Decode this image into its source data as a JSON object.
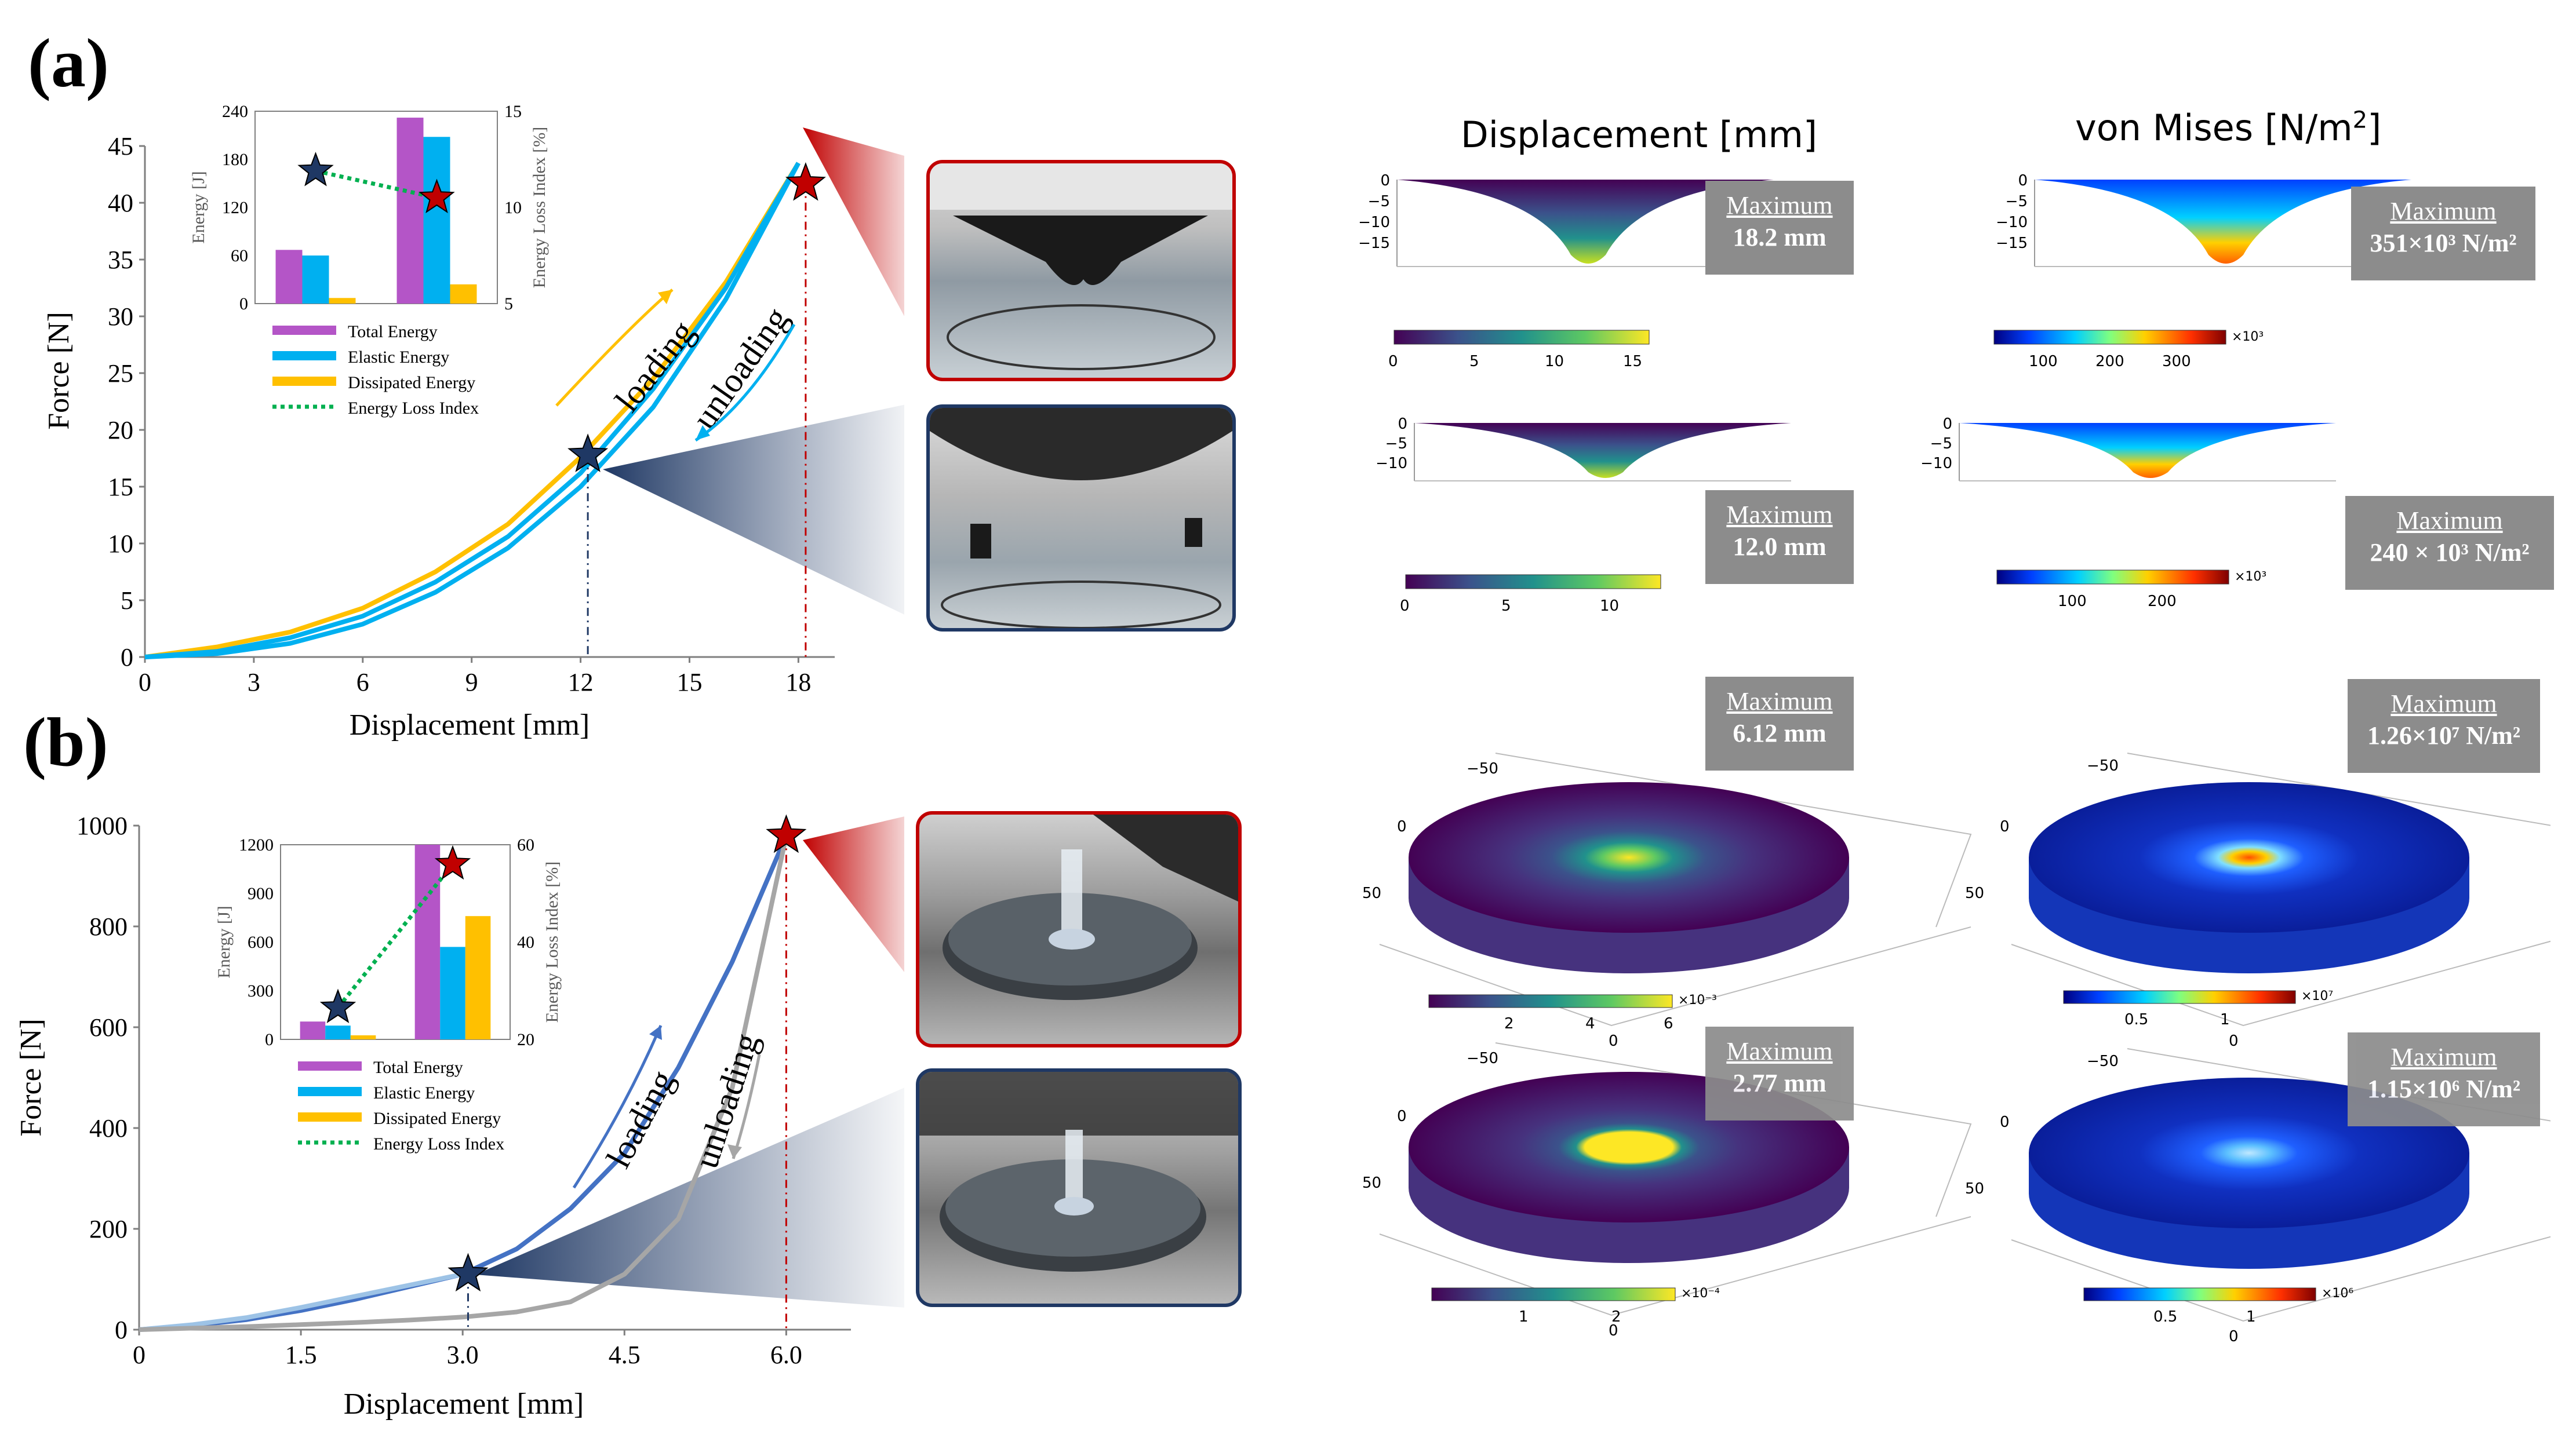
{
  "panels": {
    "a": {
      "label": "(a)",
      "chart_data": {
        "type": "line",
        "xlabel": "Displacement [mm]",
        "ylabel": "Force [N]",
        "xlim": [
          0,
          19
        ],
        "ylim": [
          0,
          45
        ],
        "xticks": [
          0,
          3,
          6,
          9,
          12,
          15,
          18
        ],
        "yticks": [
          0,
          5,
          10,
          15,
          20,
          25,
          30,
          35,
          40,
          45
        ],
        "series": [
          {
            "color": "#FFC000",
            "x": [
              0,
              2,
              4,
              6,
              8,
              10,
              12,
              14,
              16,
              18
            ],
            "y": [
              0,
              0.9,
              2.2,
              4.3,
              7.5,
              11.7,
              17.6,
              24.5,
              33,
              43.5
            ]
          },
          {
            "color": "#00B0F0",
            "x": [
              0,
              2,
              4,
              6,
              8,
              10,
              12,
              14,
              16,
              18
            ],
            "y": [
              0,
              0.5,
              1.7,
              3.6,
              6.6,
              10.6,
              16.2,
              23.6,
              32.5,
              43.5
            ]
          },
          {
            "color": "#00B0F0",
            "x": [
              0,
              2,
              4,
              6,
              8,
              10,
              12,
              14,
              16,
              18
            ],
            "y": [
              0,
              0.3,
              1.2,
              2.9,
              5.7,
              9.6,
              15.0,
              22.0,
              31.5,
              43.5
            ]
          }
        ],
        "annotations": [
          "loading",
          "unloading"
        ],
        "markers": [
          {
            "x": 12.2,
            "y": 17.8,
            "color": "#1F3864"
          },
          {
            "x": 18.2,
            "y": 41.7,
            "color": "#C00000"
          }
        ],
        "inset": {
          "left_ylabel": "Energy [J]",
          "right_ylabel": "Energy Loss Index [%]",
          "left_ylim": [
            0,
            240
          ],
          "left_yticks": [
            0,
            60,
            120,
            180,
            240
          ],
          "right_ylim": [
            5,
            15
          ],
          "right_yticks": [
            5,
            10,
            15
          ],
          "groups": [
            {
              "total": 67,
              "elastic": 60,
              "dissipated": 7,
              "eli": 11.9
            },
            {
              "total": 232,
              "elastic": 208,
              "dissipated": 24,
              "eli": 10.5
            }
          ],
          "legend": [
            "Total Energy",
            "Elastic Energy",
            "Dissipated Energy",
            "Energy Loss Index"
          ]
        }
      }
    },
    "b": {
      "label": "(b)",
      "chart_data": {
        "type": "line",
        "xlabel": "Displacement [mm]",
        "ylabel": "Force [N]",
        "xlim": [
          0,
          6.6
        ],
        "ylim": [
          0,
          1000
        ],
        "xticks": [
          "0",
          "1.5",
          "3.0",
          "4.5",
          "6.0"
        ],
        "xtick_values": [
          0,
          1.5,
          3,
          4.5,
          6
        ],
        "yticks": [
          0,
          200,
          400,
          600,
          800,
          1000
        ],
        "series": [
          {
            "color": "#4472C4",
            "x": [
              0,
              0.5,
              1,
              1.5,
              2,
              2.5,
              3,
              3.5,
              4,
              4.5,
              5,
              5.5,
              6
            ],
            "y": [
              0,
              8,
              20,
              38,
              60,
              85,
              110,
              160,
              240,
              350,
              520,
              730,
              980
            ]
          },
          {
            "color": "#9DC3E6",
            "x": [
              0,
              0.5,
              1,
              1.5,
              2,
              2.5,
              3
            ],
            "y": [
              0,
              10,
              24,
              44,
              66,
              88,
              110
            ]
          },
          {
            "color": "#A6A6A6",
            "x": [
              0,
              0.5,
              1,
              1.5,
              2,
              2.5,
              3,
              3.5,
              4,
              4.5,
              5,
              5.5,
              6
            ],
            "y": [
              0,
              3,
              6,
              10,
              14,
              19,
              25,
              35,
              55,
              110,
              220,
              480,
              980
            ]
          }
        ],
        "annotations": [
          "loading",
          "unloading"
        ],
        "markers": [
          {
            "x": 3.05,
            "y": 110,
            "color": "#1F3864"
          },
          {
            "x": 6.0,
            "y": 980,
            "color": "#C00000"
          }
        ],
        "inset": {
          "left_ylabel": "Energy [J]",
          "right_ylabel": "Energy Loss Index [%]",
          "left_ylim": [
            0,
            1200
          ],
          "left_yticks": [
            0,
            300,
            600,
            900,
            1200
          ],
          "right_ylim": [
            20,
            60
          ],
          "right_yticks": [
            20,
            40,
            60
          ],
          "groups": [
            {
              "total": 110,
              "elastic": 85,
              "dissipated": 25,
              "eli": 26.5
            },
            {
              "total": 1200,
              "elastic": 570,
              "dissipated": 760,
              "eli": 56
            }
          ],
          "legend": [
            "Total Energy",
            "Elastic Energy",
            "Dissipated Energy",
            "Energy Loss Index"
          ]
        }
      }
    }
  },
  "fea": {
    "col_displacement": "Displacement [mm]",
    "col_vonmises_prefix": "von Mises [N/m",
    "col_vonmises_sup": "2",
    "col_vonmises_suffix": "]",
    "maximum_label": "Maximum",
    "boxes": {
      "a1_disp": "18.2 mm",
      "a1_vm": "351×10³ N/m²",
      "a2_disp": "12.0 mm",
      "a2_vm": "240 × 10³ N/m²",
      "b1_disp": "6.12 mm",
      "b1_vm": "1.26×10⁷ N/m²",
      "b2_disp": "2.77 mm",
      "b2_vm": "1.15×10⁶ N/m²"
    },
    "profile_ticks": {
      "a1": [
        "0",
        "−5",
        "−10",
        "−15"
      ],
      "a2": [
        "0",
        "−5",
        "−10"
      ]
    },
    "colorbars": {
      "a1_disp": [
        "0",
        "5",
        "10",
        "15"
      ],
      "a1_vm": [
        "100",
        "200",
        "300"
      ],
      "a1_vm_exp": "×10³",
      "a2_disp": [
        "0",
        "5",
        "10"
      ],
      "a2_vm": [
        "100",
        "200"
      ],
      "a2_vm_exp": "×10³",
      "b1_disp": [
        "2",
        "4",
        "6"
      ],
      "b1_disp_exp": "×10⁻³",
      "b1_vm": [
        "0.5",
        "1"
      ],
      "b1_vm_exp": "×10⁷",
      "b2_disp": [
        "1",
        "2"
      ],
      "b2_disp_exp": "×10⁻⁴",
      "b2_vm": [
        "0.5",
        "1"
      ],
      "b2_vm_exp": "×10⁶"
    },
    "axis3d": [
      "−50",
      "0",
      "50",
      "0"
    ],
    "colors": {
      "viridis": [
        "#440154",
        "#3b528b",
        "#21918c",
        "#5ec962",
        "#fde725"
      ],
      "jet": [
        "#00007f",
        "#0040ff",
        "#00d0ff",
        "#7fff7f",
        "#ffd000",
        "#ff3000",
        "#7f0000"
      ]
    }
  }
}
